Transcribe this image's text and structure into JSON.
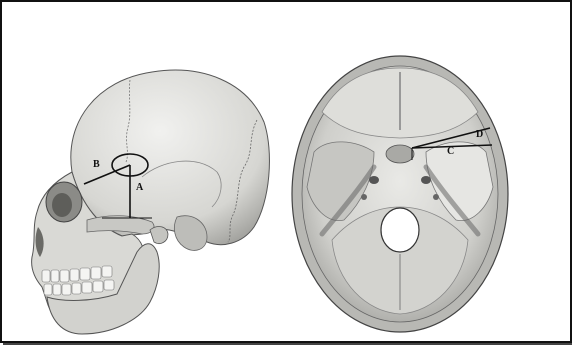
{
  "figure": {
    "left_panel": {
      "labels": {
        "a": "A",
        "b": "B"
      }
    },
    "right_panel": {
      "labels": {
        "c": "C",
        "d": "D"
      }
    }
  }
}
